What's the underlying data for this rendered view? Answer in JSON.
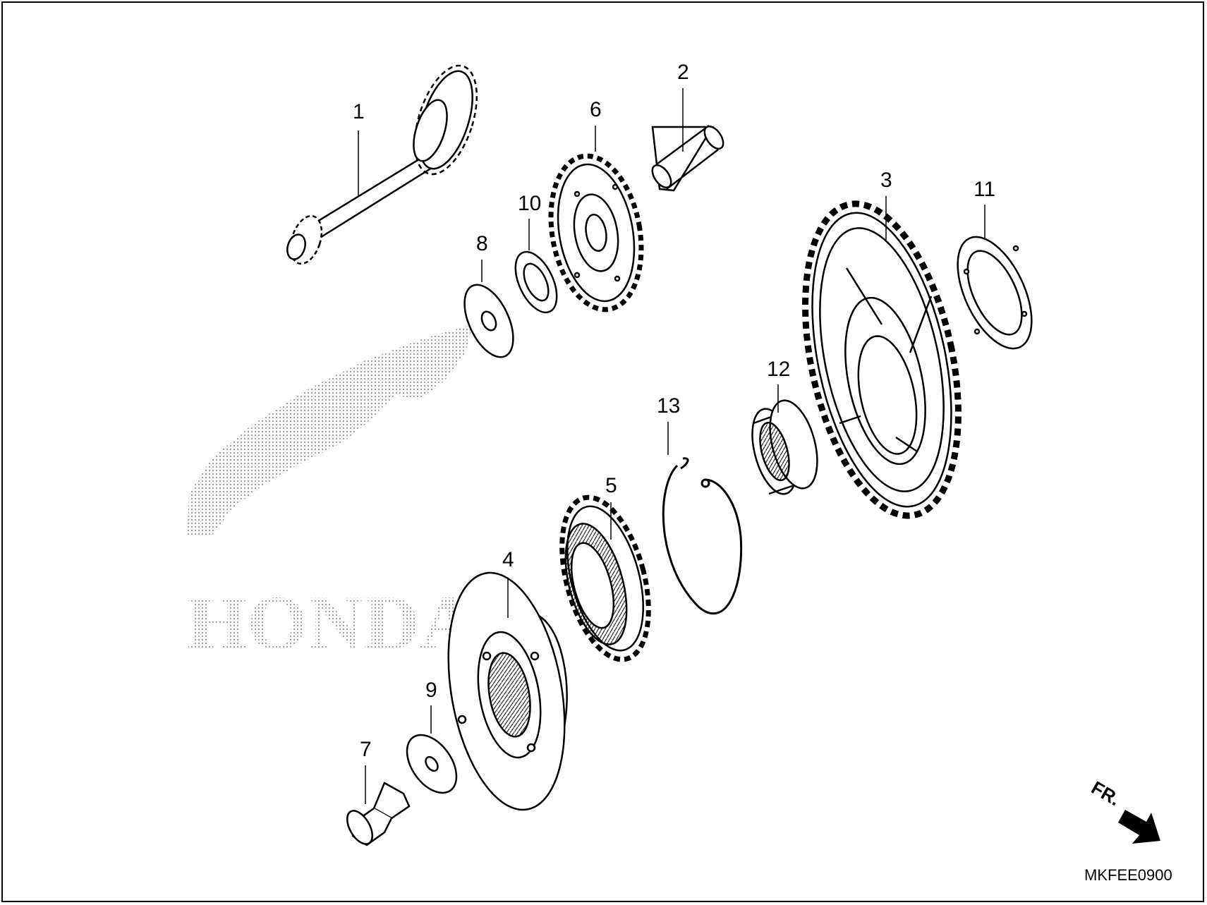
{
  "diagram": {
    "callouts": [
      {
        "id": "1",
        "label": "1"
      },
      {
        "id": "2",
        "label": "2"
      },
      {
        "id": "3",
        "label": "3"
      },
      {
        "id": "4",
        "label": "4"
      },
      {
        "id": "5",
        "label": "5"
      },
      {
        "id": "6",
        "label": "6"
      },
      {
        "id": "7",
        "label": "7"
      },
      {
        "id": "8",
        "label": "8"
      },
      {
        "id": "9",
        "label": "9"
      },
      {
        "id": "10",
        "label": "10"
      },
      {
        "id": "11",
        "label": "11"
      },
      {
        "id": "12",
        "label": "12"
      },
      {
        "id": "13",
        "label": "13"
      }
    ],
    "watermark_text": "HONDA",
    "direction_label": "FR.",
    "drawing_code": "MKFEE0900"
  },
  "icons": {
    "direction": "arrow-icon",
    "watermark": "honda-wing-logo"
  },
  "colors": {
    "line": "#000000",
    "watermark": "#9a9a9a",
    "background": "#ffffff"
  }
}
